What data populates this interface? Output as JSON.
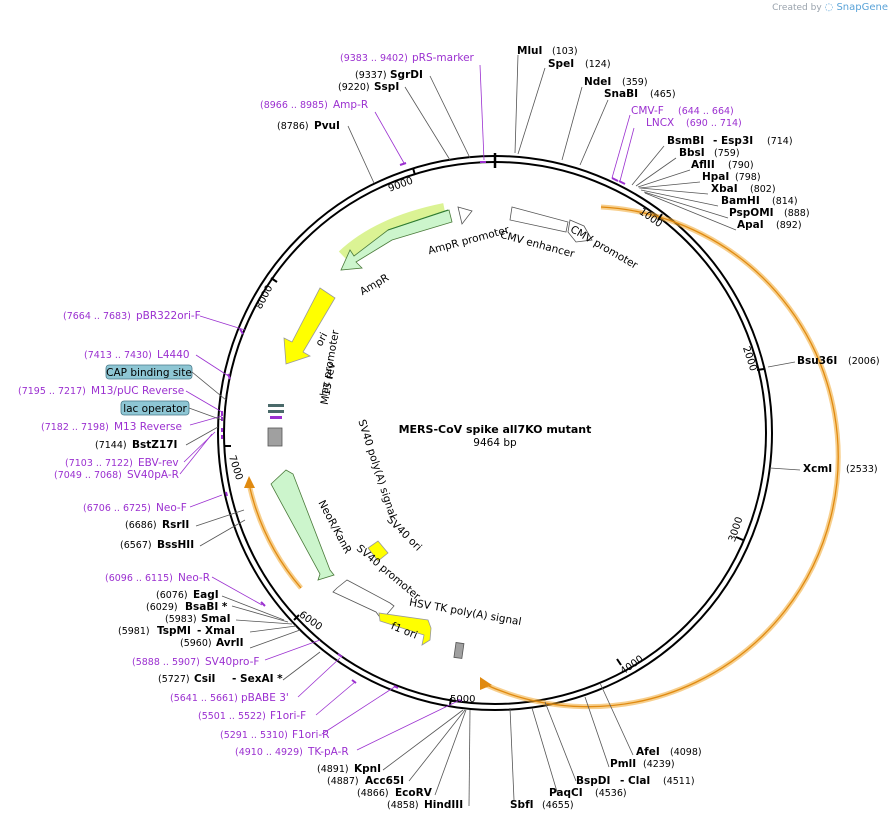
{
  "branding": {
    "created_by": "Created by",
    "app": "SnapGene"
  },
  "plasmid": {
    "name": "MERS-CoV spike all7KO mutant",
    "length_label": "9464 bp",
    "length": 9464
  },
  "ticks": [
    "1000",
    "2000",
    "3000",
    "4000",
    "5000",
    "6000",
    "7000",
    "8000",
    "9000"
  ],
  "sites": [
    {
      "name": "MluI",
      "pos": "(103)"
    },
    {
      "name": "SpeI",
      "pos": "(124)"
    },
    {
      "name": "NdeI",
      "pos": "(359)"
    },
    {
      "name": "SnaBI",
      "pos": "(465)"
    },
    {
      "name": "BsmBI",
      "pos": "(714)",
      "extra": "- Esp3I"
    },
    {
      "name": "BbsI",
      "pos": "(759)"
    },
    {
      "name": "AflII",
      "pos": "(790)"
    },
    {
      "name": "HpaI",
      "pos": "(798)"
    },
    {
      "name": "XbaI",
      "pos": "(802)"
    },
    {
      "name": "BamHI",
      "pos": "(814)"
    },
    {
      "name": "PspOMI",
      "pos": "(888)"
    },
    {
      "name": "ApaI",
      "pos": "(892)"
    },
    {
      "name": "Bsu36I",
      "pos": "(2006)"
    },
    {
      "name": "XcmI",
      "pos": "(2533)"
    },
    {
      "name": "AfeI",
      "pos": "(4098)"
    },
    {
      "name": "PmlI",
      "pos": "(4239)"
    },
    {
      "name": "BspDI",
      "pos": "(4511)",
      "extra": "- ClaI"
    },
    {
      "name": "PaqCI",
      "pos": "(4536)"
    },
    {
      "name": "SbfI",
      "pos": "(4655)"
    },
    {
      "name": "HindIII",
      "pos": "(4858)"
    },
    {
      "name": "EcoRV",
      "pos": "(4866)"
    },
    {
      "name": "Acc65I",
      "pos": "(4887)"
    },
    {
      "name": "KpnI",
      "pos": "(4891)"
    },
    {
      "name": "CsiI",
      "pos": "(5727)",
      "extra": "- SexAI *"
    },
    {
      "name": "AvrII",
      "pos": "(5960)"
    },
    {
      "name": "TspMI",
      "pos": "(5981)",
      "extra": "- XmaI"
    },
    {
      "name": "SmaI",
      "pos": "(5983)"
    },
    {
      "name": "BsaBI *",
      "pos": "(6029)"
    },
    {
      "name": "EagI",
      "pos": "(6076)"
    },
    {
      "name": "BssHII",
      "pos": "(6567)"
    },
    {
      "name": "RsrII",
      "pos": "(6686)"
    },
    {
      "name": "BstZ17I",
      "pos": "(7144)"
    },
    {
      "name": "PvuI",
      "pos": "(8786)"
    },
    {
      "name": "SspI",
      "pos": "(9220)"
    },
    {
      "name": "SgrDI",
      "pos": "(9337)"
    }
  ],
  "primers": [
    {
      "name": "pRS-marker",
      "range": "(9383 .. 9402)"
    },
    {
      "name": "Amp-R",
      "range": "(8966 .. 8985)"
    },
    {
      "name": "CMV-F",
      "range": "(644 .. 664)"
    },
    {
      "name": "LNCX",
      "range": "(690 .. 714)"
    },
    {
      "name": "pBR322ori-F",
      "range": "(7664 .. 7683)"
    },
    {
      "name": "L4440",
      "range": "(7413 .. 7430)"
    },
    {
      "name": "M13/pUC Reverse",
      "range": "(7195 .. 7217)"
    },
    {
      "name": "M13 Reverse",
      "range": "(7182 .. 7198)"
    },
    {
      "name": "EBV-rev",
      "range": "(7103 .. 7122)"
    },
    {
      "name": "SV40pA-R",
      "range": "(7049 .. 7068)"
    },
    {
      "name": "Neo-F",
      "range": "(6706 .. 6725)"
    },
    {
      "name": "Neo-R",
      "range": "(6096 .. 6115)"
    },
    {
      "name": "SV40pro-F",
      "range": "(5888 .. 5907)"
    },
    {
      "name": "pBABE 3'",
      "range": "(5641 .. 5661)"
    },
    {
      "name": "F1ori-F",
      "range": "(5501 .. 5522)"
    },
    {
      "name": "F1ori-R",
      "range": "(5291 .. 5310)"
    },
    {
      "name": "TK-pA-R",
      "range": "(4910 .. 4929)"
    }
  ],
  "boxes": [
    "CAP binding site",
    "lac operator"
  ],
  "features": [
    "AmpR promoter",
    "AmpR",
    "CMV enhancer",
    "CMV promoter",
    "ori",
    "lac promoter",
    "M13 rev",
    "SV40 poly(A) signal",
    "NeoR/KanR",
    "SV40 promoter",
    "SV40 ori",
    "HSV TK poly(A) signal",
    "f1 ori"
  ],
  "colors": {
    "backbone": "#000000",
    "primer": "#9b30d0",
    "orf_outline": "#f0a830",
    "ampr": "#ccf5cc",
    "ampr_glow": "#ccee66",
    "ori": "#ffff00",
    "promoter": "#ffffff",
    "box": "#8ec6d4",
    "polyA": "#a0a0a0"
  }
}
